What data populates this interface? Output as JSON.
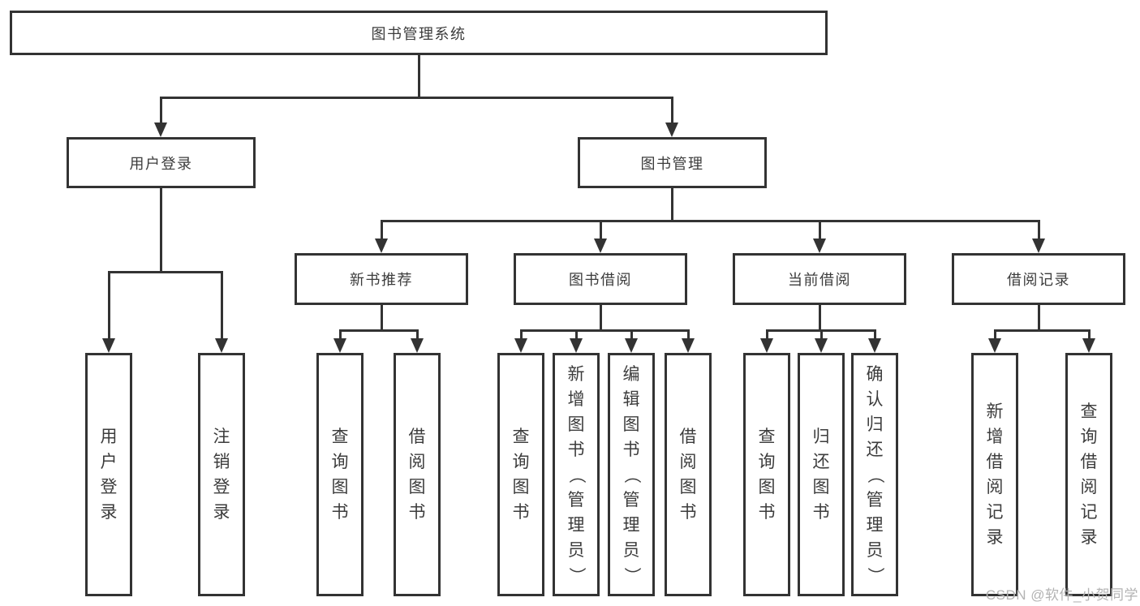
{
  "diagram_title": "图书管理系统",
  "nodes": {
    "root": "图书管理系统",
    "user_login": "用户登录",
    "book_mgmt": "图书管理",
    "new_book_rec": "新书推荐",
    "book_borrow": "图书借阅",
    "current_borrow": "当前借阅",
    "borrow_record": "借阅记录",
    "leaf_user_login": "用户登录",
    "leaf_logout": "注销登录",
    "leaf_query_book_a": "查询图书",
    "leaf_borrow_book_a": "借阅图书",
    "leaf_query_book_b": "查询图书",
    "leaf_add_book": "新增图书（管理员）",
    "leaf_edit_book": "编辑图书（管理员）",
    "leaf_borrow_book_b": "借阅图书",
    "leaf_query_book_c": "查询图书",
    "leaf_return_book": "归还图书",
    "leaf_confirm_return": "确认归还（管理员）",
    "leaf_add_record": "新增借阅记录",
    "leaf_query_record": "查询借阅记录"
  },
  "hierarchy": {
    "root": "图书管理系统",
    "children": [
      {
        "label": "用户登录",
        "children": [
          "用户登录",
          "注销登录"
        ]
      },
      {
        "label": "图书管理",
        "children": [
          {
            "label": "新书推荐",
            "children": [
              "查询图书",
              "借阅图书"
            ]
          },
          {
            "label": "图书借阅",
            "children": [
              "查询图书",
              "新增图书（管理员）",
              "编辑图书（管理员）",
              "借阅图书"
            ]
          },
          {
            "label": "当前借阅",
            "children": [
              "查询图书",
              "归还图书",
              "确认归还（管理员）"
            ]
          },
          {
            "label": "借阅记录",
            "children": [
              "新增借阅记录",
              "查询借阅记录"
            ]
          }
        ]
      }
    ]
  },
  "watermark": "CSDN @软件_小贺同学",
  "colors": {
    "line": "#333333",
    "text": "#3c3c3c",
    "watermark": "#b3b3b3",
    "background": "#ffffff"
  }
}
